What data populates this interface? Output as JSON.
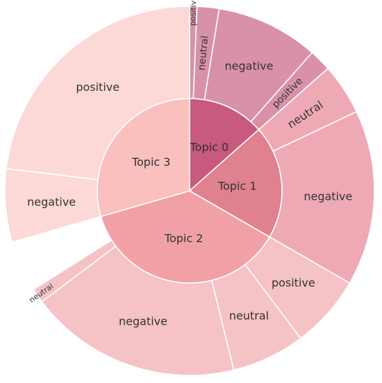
{
  "chart_data": {
    "type": "sunburst",
    "start_angle_deg": 90,
    "direction": "clockwise",
    "topics": [
      {
        "label": "Topic 0",
        "value": 21,
        "color": "#c75a7d",
        "children": [
          {
            "label": "positive",
            "value": 1,
            "color": "#d891a8"
          },
          {
            "label": "neutral",
            "value": 3,
            "color": "#d891a8"
          },
          {
            "label": "negative",
            "value": 14,
            "color": "#d891a8"
          },
          {
            "label": "positive",
            "value": 3,
            "color": "#d891a8"
          }
        ]
      },
      {
        "label": "Topic 1",
        "value": 31,
        "color": "#e0818f",
        "children": [
          {
            "label": "neutral",
            "value": 7,
            "color": "#eeaab4"
          },
          {
            "label": "negative",
            "value": 24,
            "color": "#eeaab4"
          }
        ]
      },
      {
        "label": "Topic 2",
        "value": 58,
        "color": "#f1a1a6",
        "children": [
          {
            "label": "positive",
            "value": 10,
            "color": "#f5c2c5"
          },
          {
            "label": "neutral",
            "value": 10,
            "color": "#f5c2c5"
          },
          {
            "label": "negative",
            "value": 29,
            "color": "#f5c2c5"
          },
          {
            "label": "neutral",
            "value": 2,
            "color": "#f5c2c5"
          }
        ]
      },
      {
        "label": "Topic 3",
        "value": 46,
        "color": "#fac0bd",
        "children": [
          {
            "label": "negative",
            "value": 10,
            "color": "#fcd9d7"
          },
          {
            "label": "positive",
            "value": 36,
            "color": "#fcd9d7"
          }
        ]
      }
    ]
  }
}
